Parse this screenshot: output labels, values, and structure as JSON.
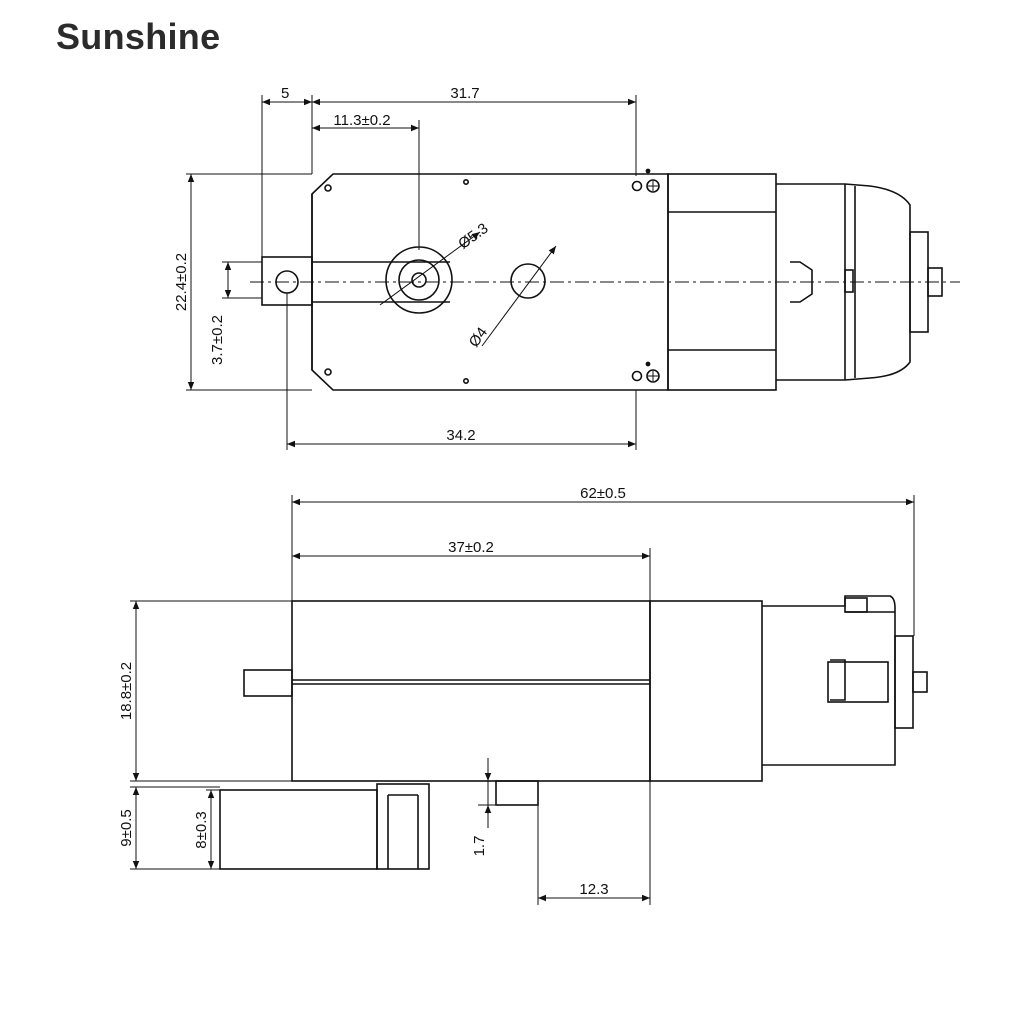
{
  "brand": {
    "name": "Sunshine"
  },
  "top_view": {
    "dims": {
      "d5": "5",
      "d31_7": "31.7",
      "d11_3": "11.3±0.2",
      "d22_4": "22.4±0.2",
      "d3_7": "3.7±0.2",
      "d5_3": "Ø5.3",
      "d4": "Ø4",
      "d34_2": "34.2"
    }
  },
  "side_view": {
    "dims": {
      "d62": "62±0.5",
      "d37": "37±0.2",
      "d18_8": "18.8±0.2",
      "d9": "9±0.5",
      "d8": "8±0.3",
      "d1_7": "1.7",
      "d12_3": "12.3"
    }
  },
  "colors": {
    "line": "#111111",
    "brand": "#2b2b2b"
  }
}
